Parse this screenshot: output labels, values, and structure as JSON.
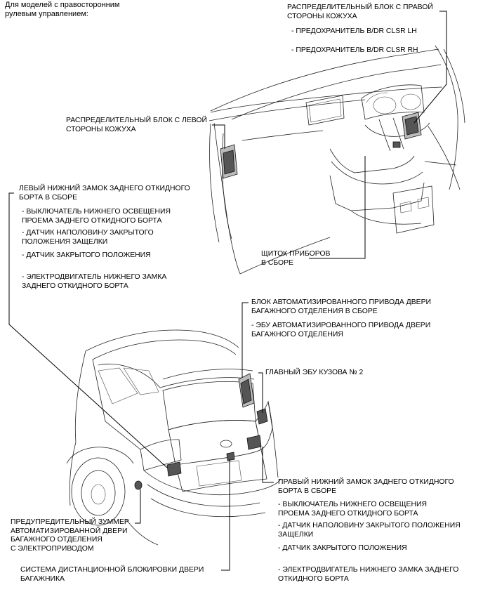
{
  "header": {
    "models_note": "Для моделей с правосторонним\nрулевым управлением:"
  },
  "labels": {
    "right_cowl_jb": "РАСПРЕДЕЛИТЕЛЬНЫЙ БЛОК С ПРАВОЙ\nСТОРОНЫ КОЖУХА",
    "right_cowl_jb_fuse_lh": "- ПРЕДОХРАНИТЕЛЬ B/DR CLSR LH",
    "right_cowl_jb_fuse_rh": "- ПРЕДОХРАНИТЕЛЬ B/DR CLSR RH",
    "left_cowl_jb": "РАСПРЕДЕЛИТЕЛЬНЫЙ БЛОК С ЛЕВОЙ\nСТОРОНЫ КОЖУХА",
    "left_lower_lock": "ЛЕВЫЙ НИЖНИЙ ЗАМОК ЗАДНЕГО ОТКИДНОГО\nБОРТА В СБОРЕ",
    "left_lock_courtesy_switch": "- ВЫКЛЮЧАТЕЛЬ НИЖНЕГО ОСВЕЩЕНИЯ\nПРОЕМА ЗАДНЕГО ОТКИДНОГО БОРТА",
    "left_lock_half_latch_sensor": "- ДАТЧИК НАПОЛОВИНУ ЗАКРЫТОГО\nПОЛОЖЕНИЯ ЗАЩЕЛКИ",
    "left_lock_closed_sensor": "- ДАТЧИК ЗАКРЫТОГО ПОЛОЖЕНИЯ",
    "left_lock_motor": "- ЭЛЕКТРОДВИГАТЕЛЬ НИЖНЕГО ЗАМКА\nЗАДНЕГО ОТКИДНОГО БОРТА",
    "combination_meter": "ЩИТОК ПРИБОРОВ\nВ СБОРЕ",
    "power_door_unit": "БЛОК АВТОМАТИЗИРОВАННОГО ПРИВОДА ДВЕРИ\nБАГАЖНОГО ОТДЕЛЕНИЯ В СБОРЕ",
    "power_door_ecu": "- ЭБУ АВТОМАТИЗИРОВАННОГО ПРИВОДА ДВЕРИ\nБАГАЖНОГО ОТДЕЛЕНИЯ",
    "main_body_ecu": "ГЛАВНЫЙ ЭБУ КУЗОВА № 2",
    "right_lower_lock": "ПРАВЫЙ НИЖНИЙ ЗАМОК ЗАДНЕГО ОТКИДНОГО\nБОРТА В СБОРЕ",
    "right_lock_courtesy_switch": "- ВЫКЛЮЧАТЕЛЬ НИЖНЕГО ОСВЕЩЕНИЯ\nПРОЕМА ЗАДНЕГО ОТКИДНОГО БОРТА",
    "right_lock_half_latch_sensor": "- ДАТЧИК НАПОЛОВИНУ ЗАКРЫТОГО ПОЛОЖЕНИЯ\nЗАЩЕЛКИ",
    "right_lock_closed_sensor": "- ДАТЧИК ЗАКРЫТОГО ПОЛОЖЕНИЯ",
    "right_lock_motor": "- ЭЛЕКТРОДВИГАТЕЛЬ НИЖНЕГО ЗАМКА ЗАДНЕГО\nОТКИДНОГО БОРТА",
    "warning_buzzer": "ПРЕДУПРЕДИТЕЛЬНЫЙ ЗУММЕР\nАВТОМАТИЗИРОВАННОЙ ДВЕРИ\nБАГАЖНОГО ОТДЕЛЕНИЯ\nС ЭЛЕКТРОПРИВОДОМ",
    "remote_lock_system": "СИСТЕМА ДИСТАНЦИОННОЙ БЛОКИРОВКИ ДВЕРИ\nБАГАЖНИКА"
  }
}
